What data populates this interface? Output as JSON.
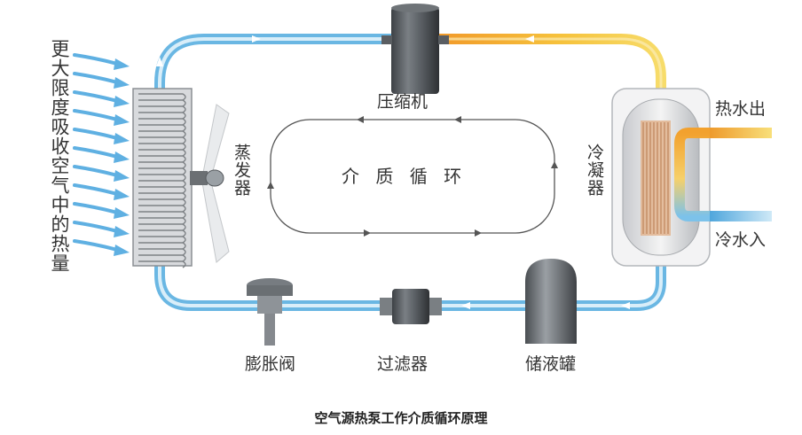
{
  "side_text": "更大限度吸收空气中的热量",
  "labels": {
    "compressor": "压缩机",
    "evaporator": "蒸发器",
    "condenser": "冷凝器",
    "hot_water_out": "热水出",
    "cold_water_in": "冷水入",
    "expansion_valve": "膨胀阀",
    "filter": "过滤器",
    "receiver": "储液罐",
    "cycle": "介 质 循 环"
  },
  "caption": "空气源热泵工作介质循环原理",
  "colors": {
    "pipe_cold": "#6ab7e3",
    "pipe_hot": "#f1a629",
    "pipe_warm": "#f7d24a",
    "arrow_blue": "#4aa3dc",
    "device_dark": "#505458"
  }
}
